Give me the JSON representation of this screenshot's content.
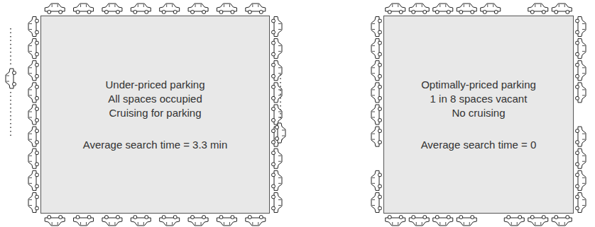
{
  "diagram": {
    "nodes": [
      {
        "text": [
          "Under-priced parking",
          "All spaces occupied",
          "Cruising for parking",
          "Average search time = 3.3 min"
        ]
      },
      {
        "text": [
          "Optimally-priced parking",
          "1 in 8 spaces vacant",
          "No cruising",
          "Average search time = 0"
        ]
      }
    ]
  }
}
